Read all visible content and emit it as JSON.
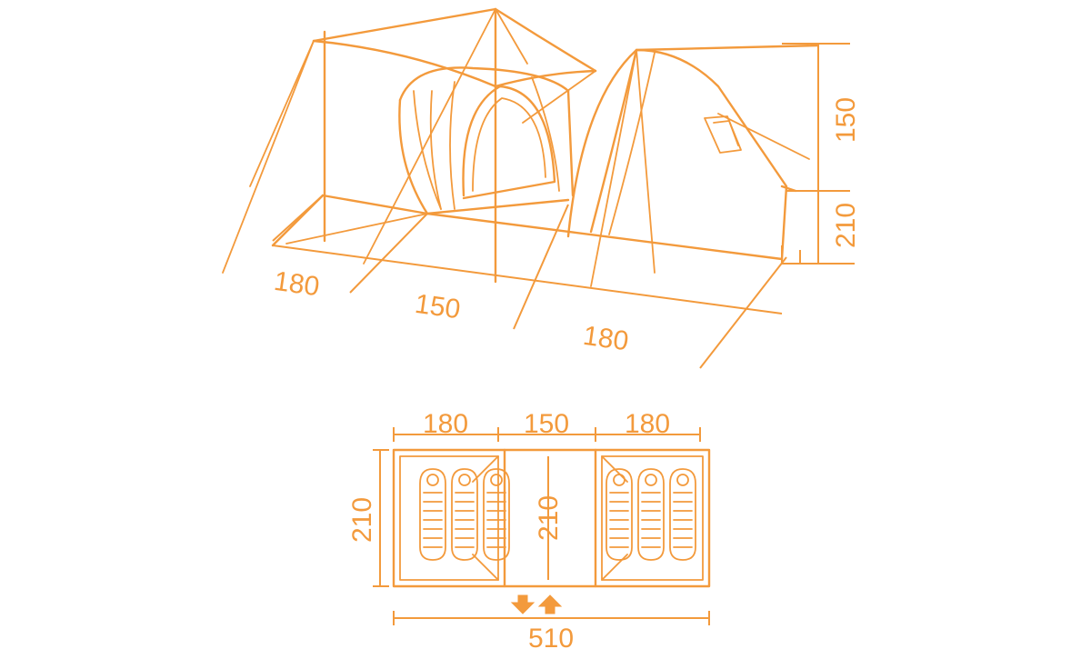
{
  "colors": {
    "line": "#F39A3C",
    "background": "#FFFFFF"
  },
  "perspective_view": {
    "dimensions": {
      "left_room": "180",
      "middle_vestibule": "150",
      "right_room": "180",
      "height": "150",
      "depth": "210"
    }
  },
  "floor_plan": {
    "dimensions": {
      "top_left": "180",
      "top_middle": "150",
      "top_right": "180",
      "left_side": "210",
      "center": "210",
      "total_length": "510"
    },
    "sleeping_bags_per_room": 3,
    "entrance_icons": [
      "arrow-down-icon",
      "arrow-up-icon"
    ]
  }
}
